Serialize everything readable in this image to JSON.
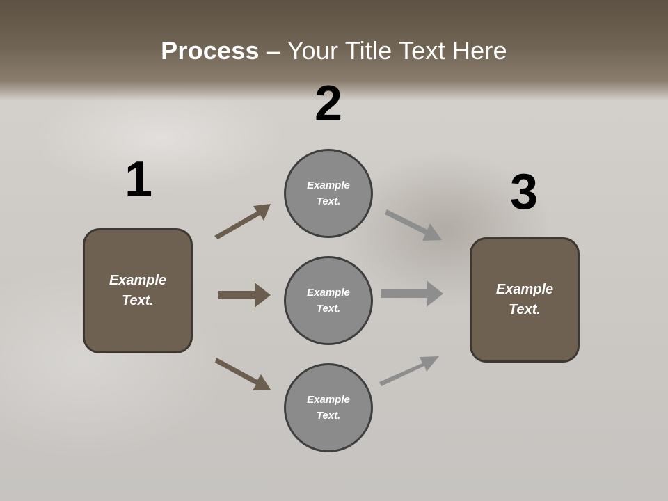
{
  "slide": {
    "title_strong": "Process",
    "title_rest": " – Your Title Text Here"
  },
  "steps": {
    "one": "1",
    "two": "2",
    "three": "3"
  },
  "boxes": {
    "left": {
      "line1": "Example",
      "line2": "Text."
    },
    "right": {
      "line1": "Example",
      "line2": "Text."
    }
  },
  "circles": [
    {
      "line1": "Example",
      "line2": "Text."
    },
    {
      "line1": "Example",
      "line2": "Text."
    },
    {
      "line1": "Example",
      "line2": "Text."
    }
  ],
  "colors": {
    "box_fill": "#6e6152",
    "circle_fill": "#8b8b8b",
    "dark_arrow": "#6b5e4f",
    "light_arrow": "#8e8e8e"
  }
}
